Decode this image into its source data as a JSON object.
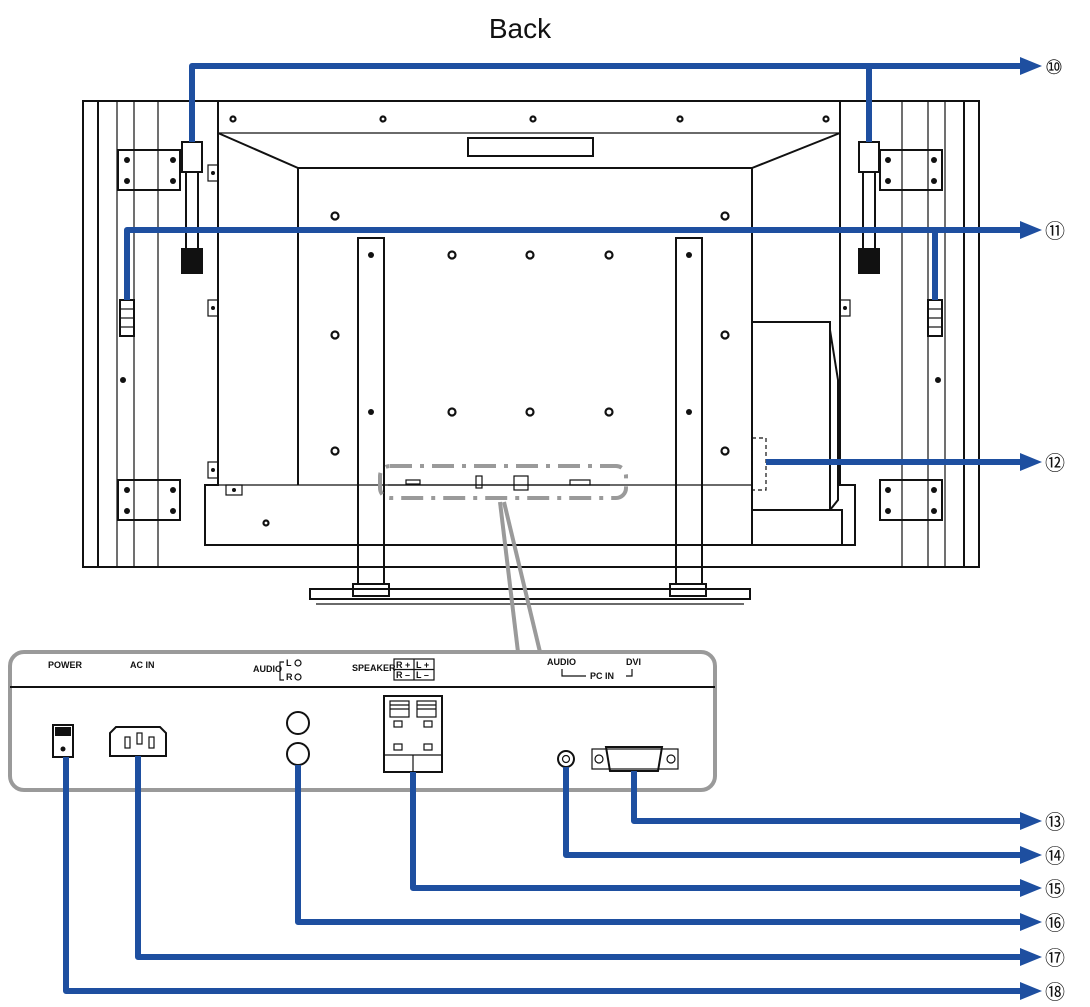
{
  "title": "Back",
  "callouts": [
    "⑩",
    "⑪",
    "⑫",
    "⑬",
    "⑭",
    "⑮",
    "⑯",
    "⑰",
    "⑱"
  ],
  "panel_labels": {
    "power": "POWER",
    "ac_in": "AC IN",
    "audio": "AUDIO",
    "audio_l": "L",
    "audio_r": "R",
    "speaker": "SPEAKER",
    "speaker_r_plus": "R +",
    "speaker_l_plus": "L +",
    "speaker_r_minus": "R –",
    "speaker_l_minus": "L –",
    "pc_audio": "AUDIO",
    "dvi": "DVI",
    "pc_in": "PC IN"
  },
  "colors": {
    "leader": "#1e4fa0",
    "outline": "#111111",
    "zoom": "#9a9a9a"
  }
}
